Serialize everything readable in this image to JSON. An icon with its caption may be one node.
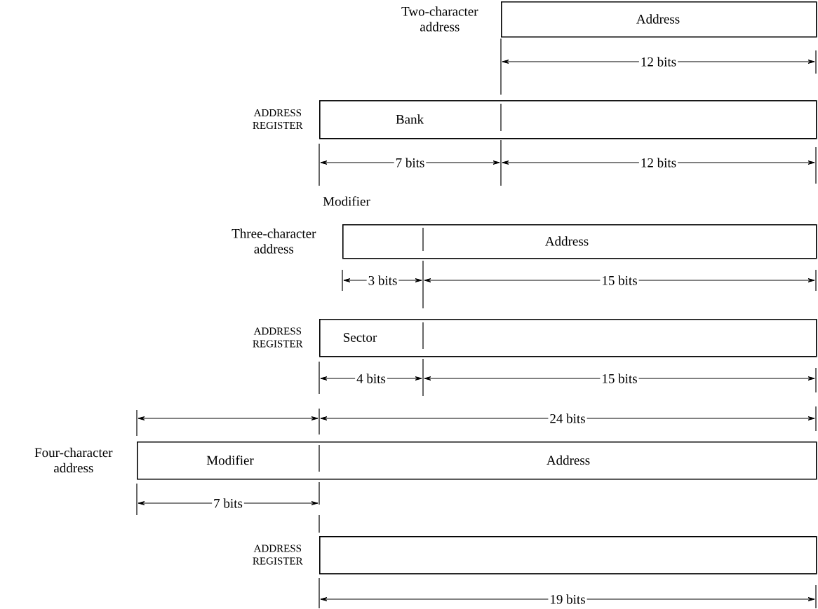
{
  "diagram": {
    "nodes": [
      {
        "text": [
          "Two-character address",
          "Address"
        ]
      },
      {
        "text": [
          "ADDRESS REGISTER",
          "Bank"
        ]
      },
      {
        "text": [
          "Three-character address",
          "Address"
        ]
      },
      {
        "text": [
          "ADDRESS REGISTER",
          "Sector"
        ]
      },
      {
        "text": [
          "Four-character address",
          "Modifier",
          "Address"
        ]
      },
      {
        "text": [
          "ADDRESS REGISTER"
        ]
      }
    ],
    "labels": [
      "12 bits",
      "7 bits",
      "12 bits",
      "Modifier",
      "3 bits",
      "15 bits",
      "4 bits",
      "15 bits",
      "24 bits",
      "7 bits",
      "19 bits"
    ]
  }
}
